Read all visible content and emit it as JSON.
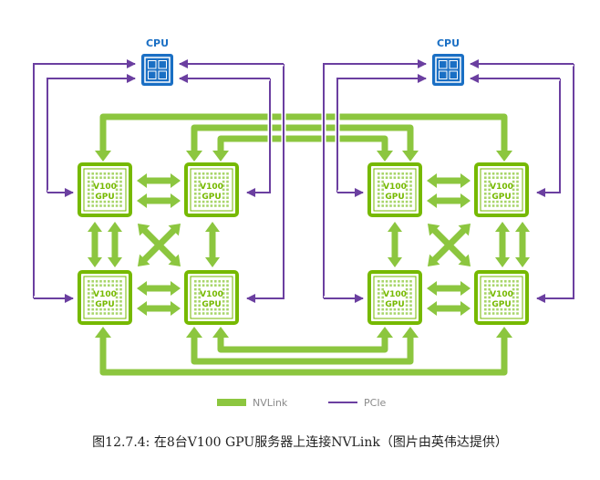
{
  "figure": {
    "type": "network-topology",
    "title": "NVLink connectivity on an 8x V100 GPU server",
    "colors": {
      "nvlink": "#8cc63f",
      "gpu_outline": "#76b900",
      "pcie": "#6b3fa0",
      "cpu": "#1a6fc4"
    },
    "cpus": [
      {
        "id": "cpu0",
        "label": "CPU"
      },
      {
        "id": "cpu1",
        "label": "CPU"
      }
    ],
    "gpus": [
      {
        "id": "g0",
        "line1": "V100",
        "line2": "GPU",
        "cpu": "cpu0"
      },
      {
        "id": "g1",
        "line1": "V100",
        "line2": "GPU",
        "cpu": "cpu0"
      },
      {
        "id": "g2",
        "line1": "V100",
        "line2": "GPU",
        "cpu": "cpu0"
      },
      {
        "id": "g3",
        "line1": "V100",
        "line2": "GPU",
        "cpu": "cpu0"
      },
      {
        "id": "g4",
        "line1": "V100",
        "line2": "GPU",
        "cpu": "cpu1"
      },
      {
        "id": "g5",
        "line1": "V100",
        "line2": "GPU",
        "cpu": "cpu1"
      },
      {
        "id": "g6",
        "line1": "V100",
        "line2": "GPU",
        "cpu": "cpu1"
      },
      {
        "id": "g7",
        "line1": "V100",
        "line2": "GPU",
        "cpu": "cpu1"
      }
    ],
    "nvlink_links": [
      [
        "g0",
        "g1"
      ],
      [
        "g0",
        "g1"
      ],
      [
        "g2",
        "g3"
      ],
      [
        "g2",
        "g3"
      ],
      [
        "g0",
        "g2"
      ],
      [
        "g0",
        "g2"
      ],
      [
        "g1",
        "g3"
      ],
      [
        "g0",
        "g3"
      ],
      [
        "g1",
        "g2"
      ],
      [
        "g4",
        "g5"
      ],
      [
        "g4",
        "g5"
      ],
      [
        "g6",
        "g7"
      ],
      [
        "g6",
        "g7"
      ],
      [
        "g4",
        "g6"
      ],
      [
        "g5",
        "g7"
      ],
      [
        "g5",
        "g7"
      ],
      [
        "g4",
        "g7"
      ],
      [
        "g5",
        "g6"
      ],
      [
        "g0",
        "g5"
      ],
      [
        "g1",
        "g4"
      ],
      [
        "g1",
        "g4"
      ],
      [
        "g2",
        "g7"
      ],
      [
        "g3",
        "g6"
      ],
      [
        "g3",
        "g6"
      ]
    ],
    "pcie_links": [
      [
        "cpu0",
        "g0"
      ],
      [
        "cpu0",
        "g1"
      ],
      [
        "cpu0",
        "g2"
      ],
      [
        "cpu0",
        "g3"
      ],
      [
        "cpu1",
        "g4"
      ],
      [
        "cpu1",
        "g5"
      ],
      [
        "cpu1",
        "g6"
      ],
      [
        "cpu1",
        "g7"
      ]
    ]
  },
  "legend": {
    "nvlink_label": "NVLink",
    "pcie_label": "PCIe"
  },
  "caption": "图12.7.4: 在8台V100 GPU服务器上连接NVLink（图片由英伟达提供）"
}
